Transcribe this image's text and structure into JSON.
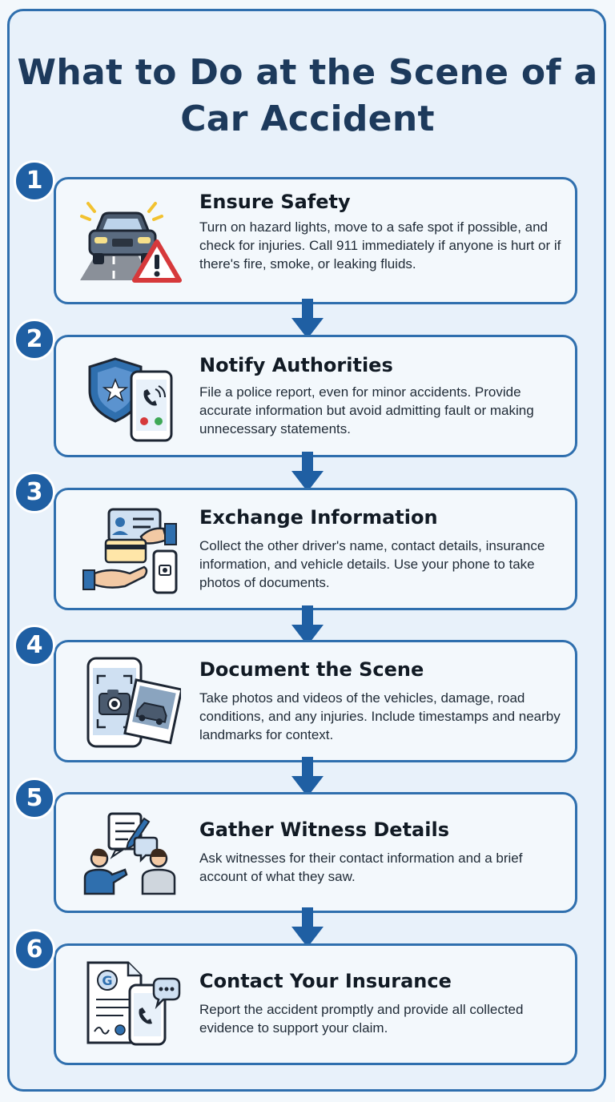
{
  "title": "What to Do at the Scene of a Car Accident",
  "colors": {
    "accent": "#1f5fa3",
    "border": "#2f6fae",
    "title": "#1d3a5c",
    "background": "#e8f1fa"
  },
  "steps": [
    {
      "number": "1",
      "title": "Ensure Safety",
      "description": "Turn on hazard lights, move to a safe spot if possible, and check for injuries. Call 911 immediately if anyone is hurt or if there's fire, smoke, or leaking fluids.",
      "icon": "car-hazard-icon"
    },
    {
      "number": "2",
      "title": "Notify Authorities",
      "description": "File a police report, even for minor accidents. Provide accurate information but avoid admitting fault or making unnecessary statements.",
      "icon": "police-phone-icon"
    },
    {
      "number": "3",
      "title": "Exchange Information",
      "description": "Collect the other driver's name, contact details, insurance information, and vehicle details. Use your phone to take photos of documents.",
      "icon": "id-exchange-icon"
    },
    {
      "number": "4",
      "title": "Document the Scene",
      "description": "Take photos and videos of the vehicles, damage, road conditions, and any injuries. Include timestamps and nearby landmarks for context.",
      "icon": "camera-phone-icon"
    },
    {
      "number": "5",
      "title": "Gather Witness Details",
      "description": "Ask witnesses for their contact information and a brief account of what they saw.",
      "icon": "witnesses-icon"
    },
    {
      "number": "6",
      "title": "Contact Your Insurance",
      "description": "Report the accident promptly and provide all collected evidence to support your claim.",
      "icon": "insurance-call-icon"
    }
  ]
}
